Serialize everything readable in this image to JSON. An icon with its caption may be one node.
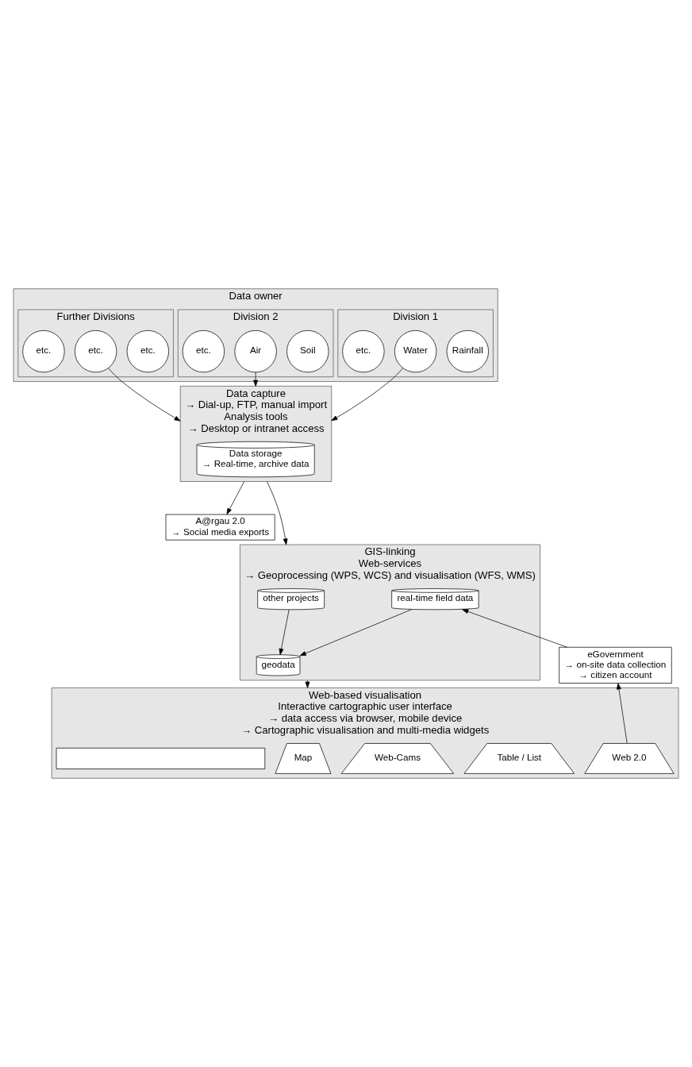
{
  "diagram": {
    "nodes": [
      {
        "text": [
          "Data owner"
        ]
      },
      {
        "text": [
          "Division 1"
        ],
        "in": 0
      },
      {
        "text": [
          "Rainfall"
        ],
        "in": 1
      },
      {
        "text": [
          "Water"
        ],
        "in": 1
      },
      {
        "text": [
          "etc."
        ],
        "in": 1
      },
      {
        "text": [
          "Division 2"
        ],
        "in": 0
      },
      {
        "text": [
          "Soil"
        ],
        "in": 5
      },
      {
        "text": [
          "Air"
        ],
        "in": 5
      },
      {
        "text": [
          "etc."
        ],
        "in": 5
      },
      {
        "text": [
          "Further Divisions"
        ],
        "in": 0
      },
      {
        "text": [
          "etc."
        ],
        "in": 9
      },
      {
        "text": [
          "etc."
        ],
        "in": 9
      },
      {
        "text": [
          "etc."
        ],
        "in": 9
      },
      {
        "text": [
          "Data capture",
          "→ Dial-up, FTP, manual import",
          "Analysis tools",
          "→ Desktop or intranet access"
        ]
      },
      {
        "text": [
          "Data storage",
          "→ Real-time, archive data"
        ],
        "in": 13
      },
      {
        "text": [
          "A@rgau 2.0",
          "→ Social media exports"
        ]
      },
      {
        "text": [
          "GIS-linking",
          "Web-services",
          "→ Geoprocessing (WPS, WCS) and visualisation (WFS, WMS)"
        ]
      },
      {
        "text": [
          "other projects"
        ],
        "in": 16
      },
      {
        "text": [
          "geodata"
        ],
        "in": 16
      },
      {
        "text": [
          "real-time field data"
        ],
        "in": 16
      },
      {
        "text": [
          "eGovernment",
          "→ on-site data collection",
          "→ citizen account"
        ]
      },
      {
        "text": [
          "Web-based visualisation",
          "Interactive cartographic user interface",
          "→ data access via browser, mobile device",
          "→ Cartographic visualisation and multi-media widgets"
        ]
      },
      {
        "text": [
          "Map"
        ],
        "in": 21
      },
      {
        "text": [
          "Table / List"
        ],
        "in": 21
      },
      {
        "text": [
          "Web-Cams"
        ],
        "in": 21
      },
      {
        "text": [
          "Web 2.0"
        ],
        "in": 21
      },
      {
        "text": [],
        "shape": "box",
        "in": 21
      }
    ],
    "edges": [
      {
        "from": 3,
        "to": 13,
        "arrow": "to"
      },
      {
        "from": 7,
        "to": 13,
        "arrow": "to"
      },
      {
        "from": 11,
        "to": 13,
        "arrow": "to"
      },
      {
        "from": 13,
        "to": 15,
        "arrow": "to"
      },
      {
        "from": 13,
        "to": 16,
        "arrow": "to"
      },
      {
        "from": 17,
        "to": 18,
        "arrow": "to"
      },
      {
        "from": 19,
        "to": 18,
        "arrow": "to"
      },
      {
        "from": 16,
        "to": 21,
        "arrow": "to"
      },
      {
        "from": 25,
        "to": 20,
        "arrow": "to"
      },
      {
        "from": 20,
        "to": 19,
        "arrow": "to"
      }
    ]
  }
}
